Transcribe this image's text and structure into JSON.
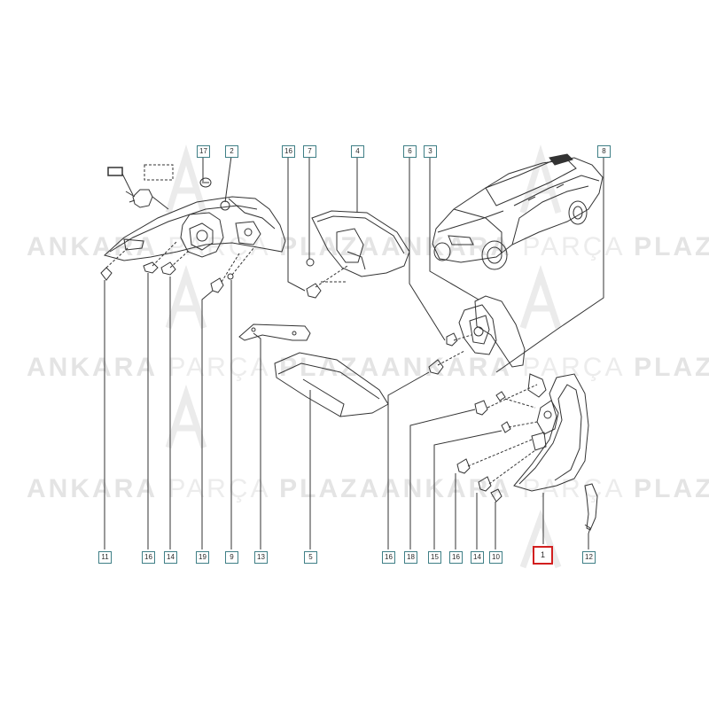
{
  "watermark": {
    "word1": "ANKARA",
    "word2": "PARÇA",
    "word3": "PLAZA",
    "logo": "AP"
  },
  "callouts": {
    "top_left": [
      "17",
      "2",
      "16",
      "7",
      "4"
    ],
    "top_right": [
      "6",
      "3",
      "8"
    ],
    "bottom_left": [
      "11",
      "16",
      "14",
      "19",
      "9",
      "13",
      "5"
    ],
    "bottom_right": [
      "16",
      "18",
      "15",
      "16",
      "14",
      "10",
      "1",
      "12"
    ]
  },
  "highlighted_part": "1",
  "colors": {
    "callout_border": "#3f7f86",
    "highlight": "#d21f1f",
    "line": "#333333",
    "watermark": "#e4e4e4"
  }
}
